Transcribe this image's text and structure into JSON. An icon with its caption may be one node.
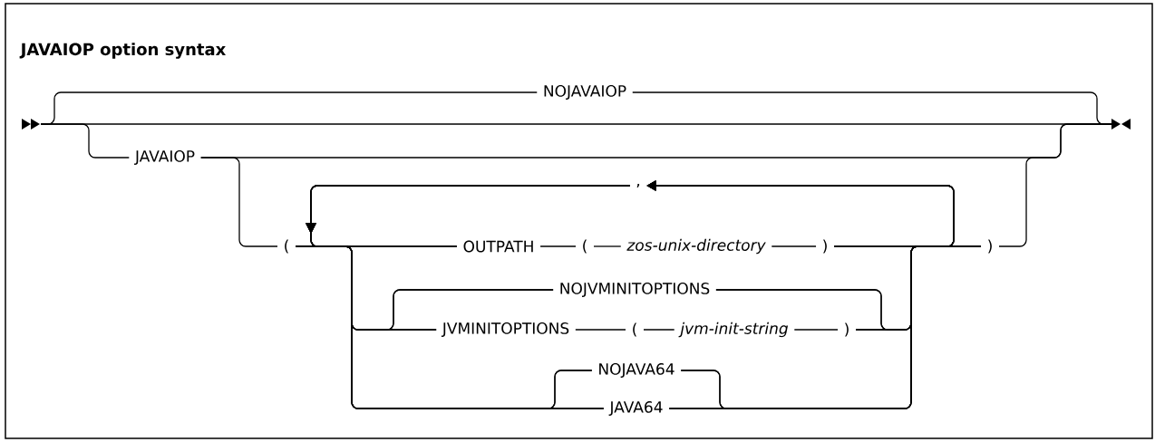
{
  "diagram": {
    "title": "JAVAIOP option syntax",
    "nodes": [
      {
        "text": [
          "NOJAVAIOP"
        ]
      },
      {
        "text": [
          "JAVAIOP"
        ]
      },
      {
        "text": [
          "("
        ]
      },
      {
        "text": [
          ","
        ]
      },
      {
        "text": [
          "OUTPATH"
        ]
      },
      {
        "text": [
          "("
        ]
      },
      {
        "text": [
          "zos-unix-directory"
        ]
      },
      {
        "text": [
          ")"
        ]
      },
      {
        "text": [
          ")"
        ]
      },
      {
        "text": [
          "NOJVMINITOPTIONS"
        ]
      },
      {
        "text": [
          "JVMINITOPTIONS"
        ]
      },
      {
        "text": [
          "("
        ]
      },
      {
        "text": [
          "jvm-init-string"
        ]
      },
      {
        "text": [
          ")"
        ]
      },
      {
        "text": [
          "NOJAVA64"
        ]
      },
      {
        "text": [
          "JAVA64"
        ]
      },
      {
        "text": [],
        "shape": "triangle"
      },
      {
        "text": [],
        "shape": "triangle"
      }
    ],
    "edges": [
      {
        "from": 16,
        "to": 0,
        "arrow": "none"
      },
      {
        "from": 16,
        "to": 17,
        "arrow": "none"
      },
      {
        "from": 16,
        "to": 1,
        "arrow": "none"
      },
      {
        "from": 0,
        "to": 17,
        "arrow": "none"
      },
      {
        "from": 1,
        "to": 17,
        "arrow": "none"
      },
      {
        "from": 1,
        "to": 2,
        "arrow": "none"
      },
      {
        "from": 2,
        "to": 4,
        "arrow": "none"
      },
      {
        "from": 2,
        "to": 9,
        "arrow": "none"
      },
      {
        "from": 2,
        "to": 10,
        "arrow": "none"
      },
      {
        "from": 2,
        "to": 14,
        "arrow": "none"
      },
      {
        "from": 2,
        "to": 15,
        "arrow": "none"
      },
      {
        "from": 3,
        "to": 4,
        "arrow": "to"
      },
      {
        "from": 3,
        "to": 9,
        "arrow": "to"
      },
      {
        "from": 3,
        "to": 10,
        "arrow": "to"
      },
      {
        "from": 3,
        "to": 14,
        "arrow": "to"
      },
      {
        "from": 3,
        "to": 15,
        "arrow": "to"
      },
      {
        "from": 4,
        "to": 5,
        "arrow": "none"
      },
      {
        "from": 5,
        "to": 6,
        "arrow": "none"
      },
      {
        "from": 6,
        "to": 7,
        "arrow": "none"
      },
      {
        "from": 10,
        "to": 11,
        "arrow": "none"
      },
      {
        "from": 11,
        "to": 12,
        "arrow": "none"
      },
      {
        "from": 12,
        "to": 13,
        "arrow": "none"
      },
      {
        "from": 7,
        "to": 3,
        "arrow": "to"
      },
      {
        "from": 9,
        "to": 3,
        "arrow": "to"
      },
      {
        "from": 13,
        "to": 3,
        "arrow": "to"
      },
      {
        "from": 14,
        "to": 3,
        "arrow": "to"
      },
      {
        "from": 15,
        "to": 3,
        "arrow": "to"
      },
      {
        "from": 7,
        "to": 8,
        "arrow": "none"
      },
      {
        "from": 9,
        "to": 8,
        "arrow": "none"
      },
      {
        "from": 13,
        "to": 8,
        "arrow": "none"
      },
      {
        "from": 14,
        "to": 8,
        "arrow": "none"
      },
      {
        "from": 15,
        "to": 8,
        "arrow": "none"
      },
      {
        "from": 8,
        "to": 17,
        "arrow": "none"
      }
    ]
  }
}
